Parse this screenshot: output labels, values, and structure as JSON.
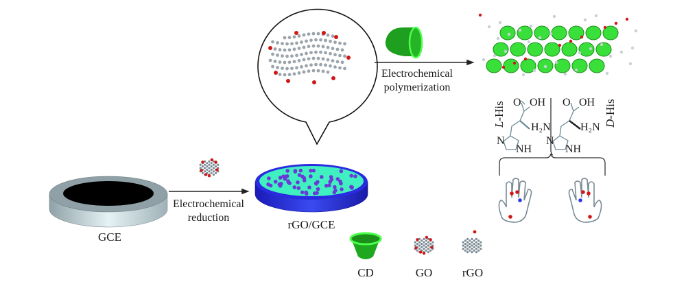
{
  "steps": {
    "gce_label": "GCE",
    "step1_line1": "Electrochemical",
    "step1_line2": "reduction",
    "rgo_gce_label": "rGO/GCE",
    "step2_line1": "Electrochemical",
    "step2_line2": "polymerization"
  },
  "enantiomers": {
    "left": {
      "prefix": "L",
      "suffix": "-His"
    },
    "right": {
      "prefix": "D",
      "suffix": "-His"
    },
    "oh": "OH",
    "h2n": "H₂N",
    "n": "N",
    "nh": "NH",
    "o": "O"
  },
  "legend": {
    "cd": "CD",
    "go": "GO",
    "rgo": "rGO"
  },
  "colors": {
    "electrode_dark": "#000000",
    "electrode_ring": "#b8c8cc",
    "rgo_surface": "#40f0c0",
    "rgo_ring": "#2a2ae0",
    "rgo_dots": "#6a3ad8",
    "cd_green": "#22c022",
    "oxygen_red": "#d01818",
    "carbon_gray": "#7a8a94"
  }
}
